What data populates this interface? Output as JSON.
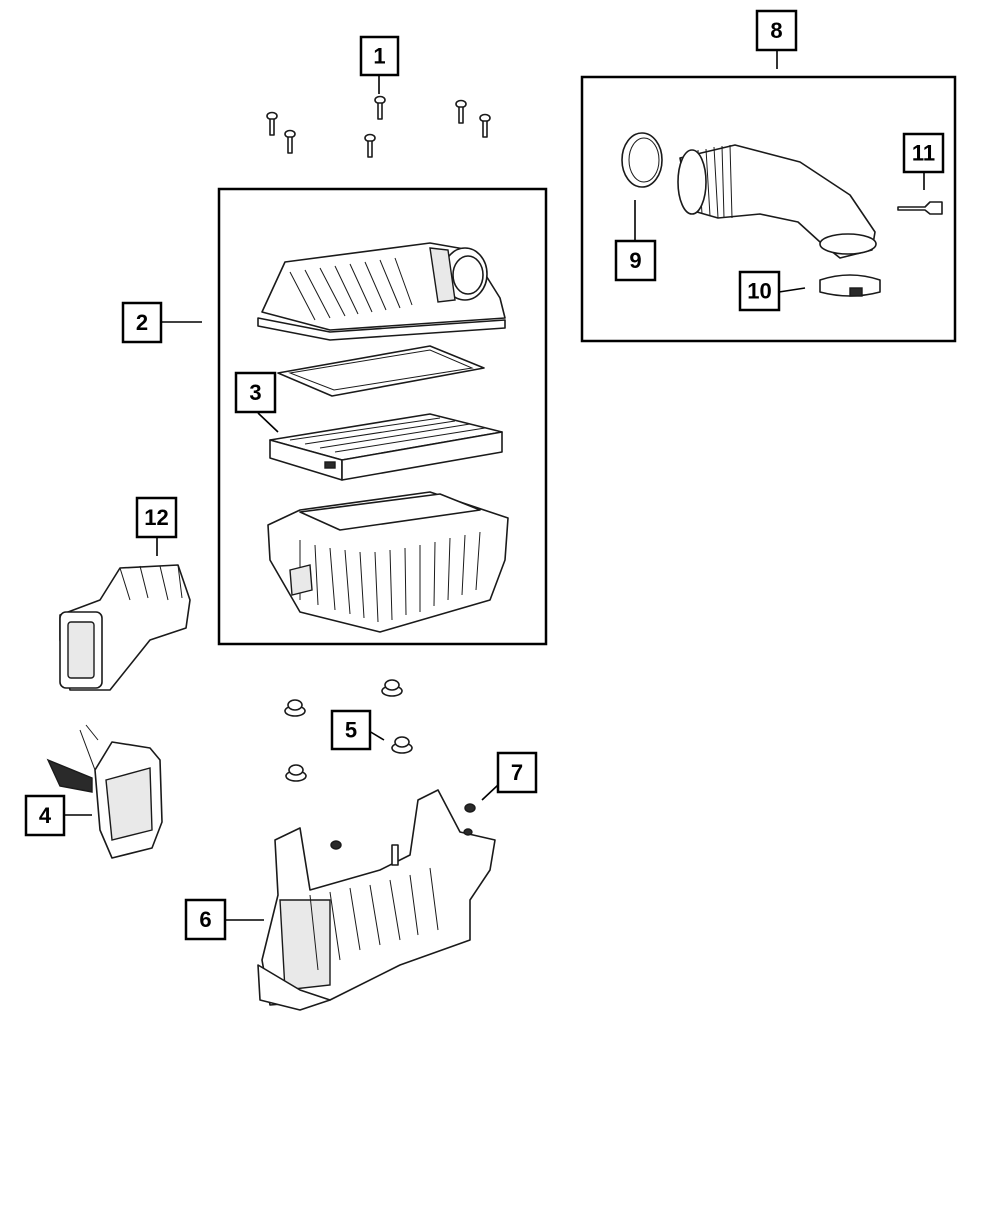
{
  "diagram": {
    "callouts": [
      {
        "id": "1",
        "label": "1"
      },
      {
        "id": "2",
        "label": "2"
      },
      {
        "id": "3",
        "label": "3"
      },
      {
        "id": "4",
        "label": "4"
      },
      {
        "id": "5",
        "label": "5"
      },
      {
        "id": "6",
        "label": "6"
      },
      {
        "id": "7",
        "label": "7"
      },
      {
        "id": "8",
        "label": "8"
      },
      {
        "id": "9",
        "label": "9"
      },
      {
        "id": "10",
        "label": "10"
      },
      {
        "id": "11",
        "label": "11"
      },
      {
        "id": "12",
        "label": "12"
      }
    ],
    "colors": {
      "ink": "#000000",
      "background": "#ffffff",
      "shade": "#2a2a2a"
    }
  }
}
